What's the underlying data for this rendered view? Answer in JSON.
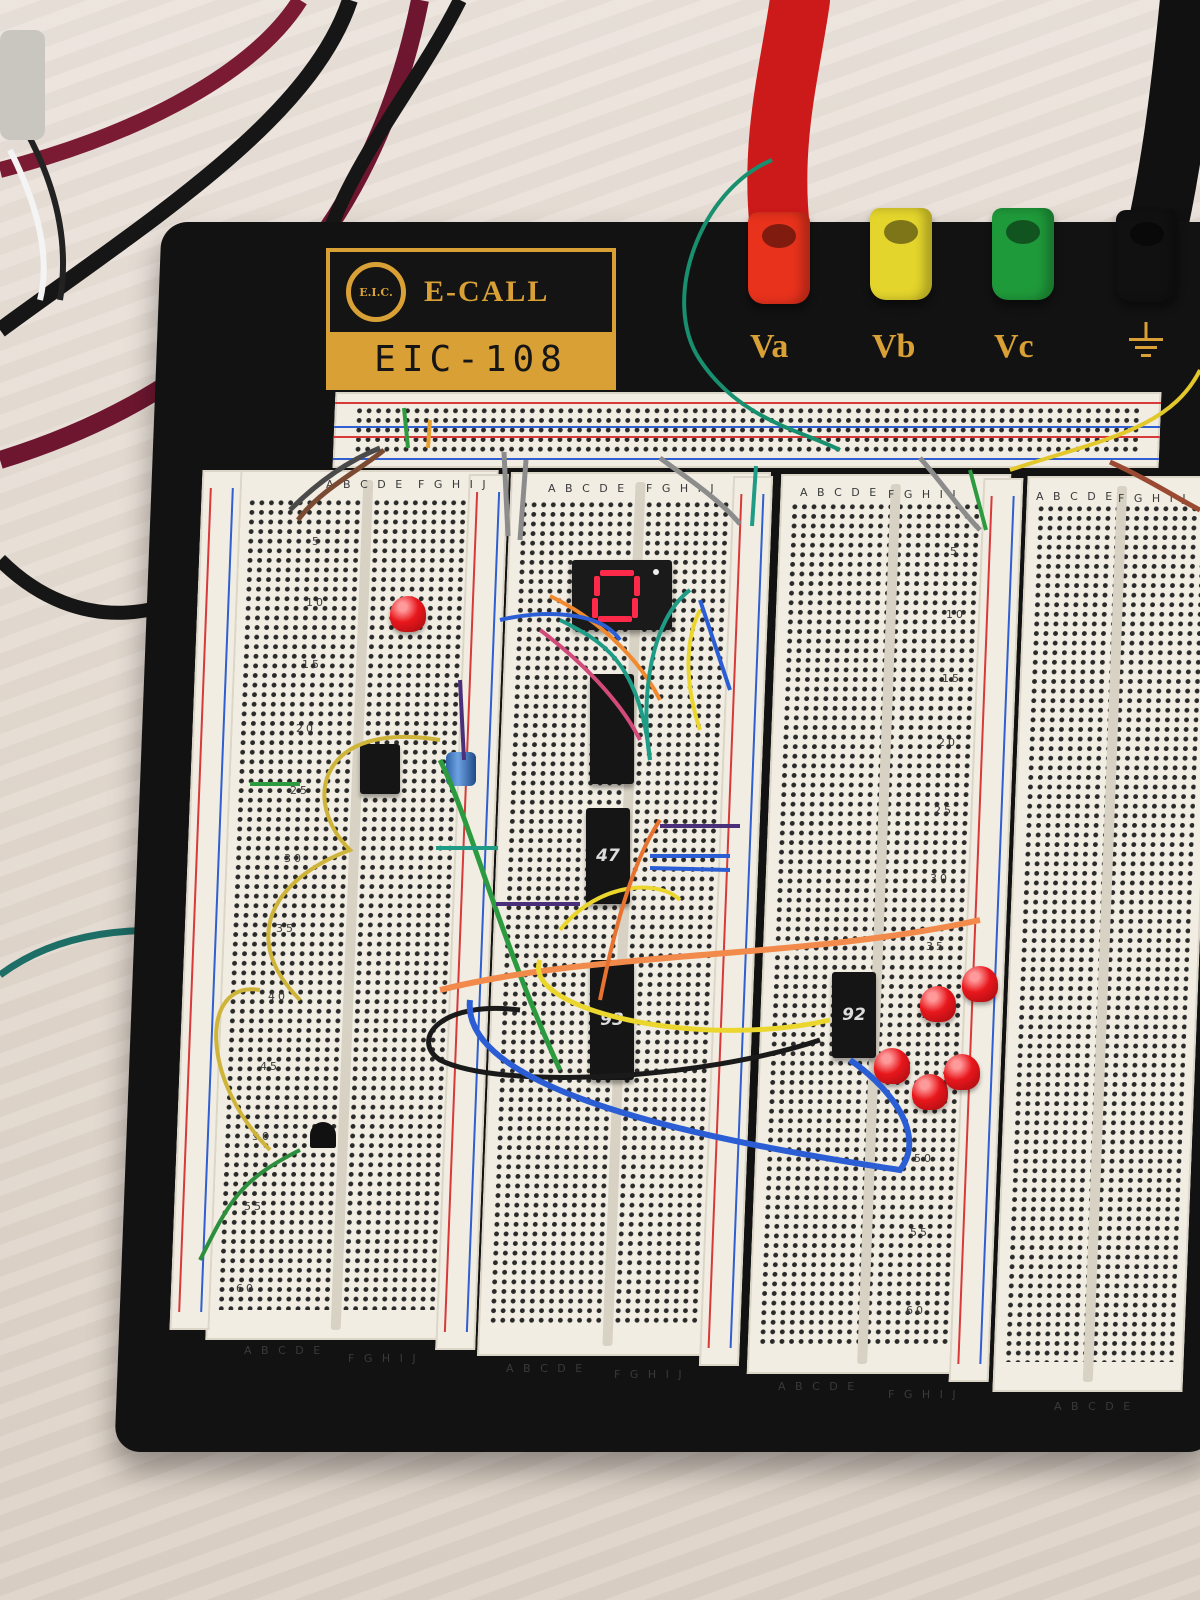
{
  "photo": {
    "subject": "breadboard circuit",
    "brand": "E-CALL",
    "logo_mark": "E.I.C.",
    "model": "EIC-108",
    "posts": [
      {
        "label": "Va",
        "color": "#e8321c"
      },
      {
        "label": "Vb",
        "color": "#e4d52c"
      },
      {
        "label": "Vc",
        "color": "#1f9a3a"
      },
      {
        "label": "",
        "color": "#111111"
      }
    ],
    "row_letters": {
      "left": "A B C D E",
      "right": "F G H I J"
    },
    "row_numbers": [
      "5",
      "10",
      "15",
      "20",
      "25",
      "30",
      "35",
      "40",
      "45",
      "50",
      "55",
      "60"
    ],
    "chip_labels": [
      "47",
      "93",
      "92"
    ],
    "seven_segment_digit": "0",
    "accent_colors": {
      "board_base": "#121212",
      "logo_gold": "#d9a036",
      "breadboard": "#f1ede2",
      "rail_red": "#d83a3a",
      "rail_blue": "#2f5fd0",
      "segment_red": "#ff2a4a"
    }
  }
}
